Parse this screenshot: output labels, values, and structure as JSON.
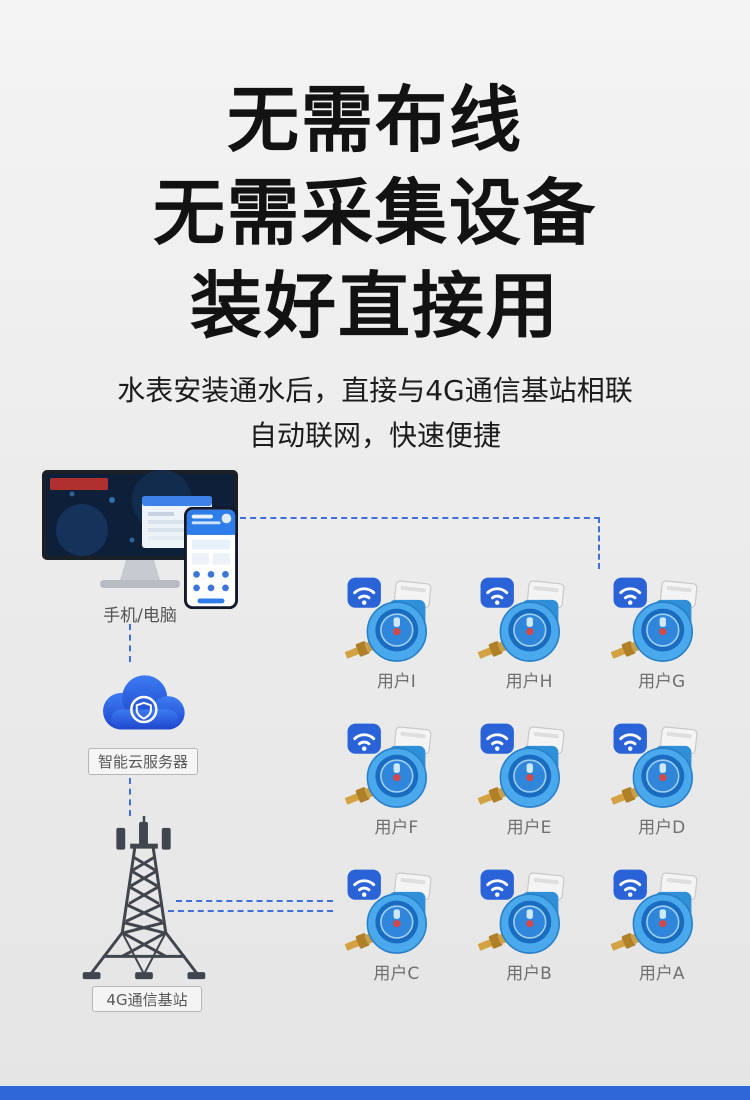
{
  "headline": {
    "line1": "无需布线",
    "line2": "无需采集设备",
    "line3": "装好直接用"
  },
  "subtitle": {
    "line1": "水表安装通水后，直接与4G通信基站相联",
    "line2": "自动联网，快速便捷"
  },
  "diagram": {
    "monitor_label": "手机/电脑",
    "cloud_label": "智能云服务器",
    "tower_label": "4G通信基站",
    "meters": [
      {
        "label": "用户I"
      },
      {
        "label": "用户H"
      },
      {
        "label": "用户G"
      },
      {
        "label": "用户F"
      },
      {
        "label": "用户E"
      },
      {
        "label": "用户D"
      },
      {
        "label": "用户C"
      },
      {
        "label": "用户B"
      },
      {
        "label": "用户A"
      }
    ]
  },
  "colors": {
    "background": "#ededed",
    "headline_text": "#121212",
    "dashed_connector": "#3f6fd8",
    "footer_bar": "#2e68d8",
    "cloud_blue": "#2b5ce0",
    "wifi_badge_blue": "#2a63d8",
    "meter_body_blue": "#4aa9ec",
    "brass_fitting": "#c89a3c"
  },
  "icons": {
    "wifi": "wifi-icon",
    "cloud_shield": "cloud-shield-icon",
    "cell_tower": "cell-tower-icon",
    "water_meter": "water-meter-icon",
    "monitor": "monitor-icon",
    "smartphone": "smartphone-icon"
  }
}
